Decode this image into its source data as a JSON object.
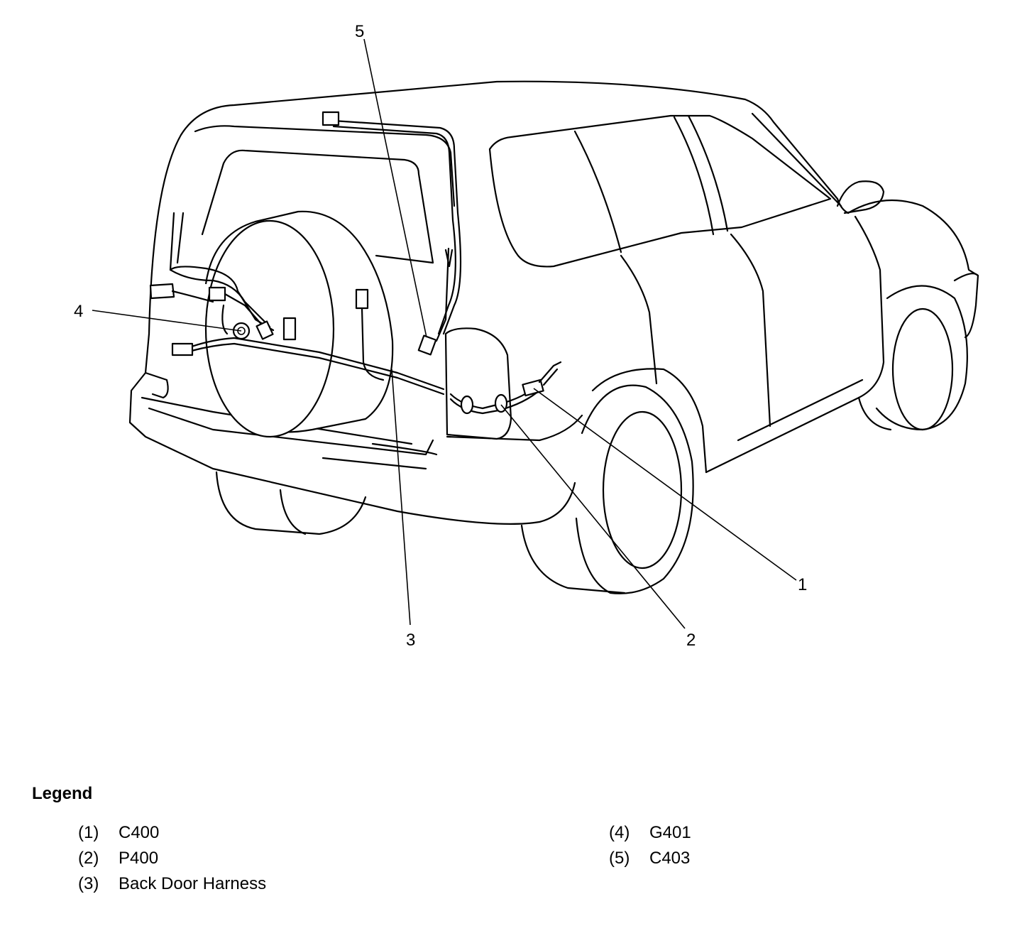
{
  "callouts": {
    "c1": "1",
    "c2": "2",
    "c3": "3",
    "c4": "4",
    "c5": "5"
  },
  "legend": {
    "title": "Legend",
    "items": [
      {
        "num": "(1)",
        "label": "C400"
      },
      {
        "num": "(2)",
        "label": "P400"
      },
      {
        "num": "(3)",
        "label": "Back Door Harness"
      },
      {
        "num": "(4)",
        "label": "G401"
      },
      {
        "num": "(5)",
        "label": "C403"
      }
    ]
  }
}
